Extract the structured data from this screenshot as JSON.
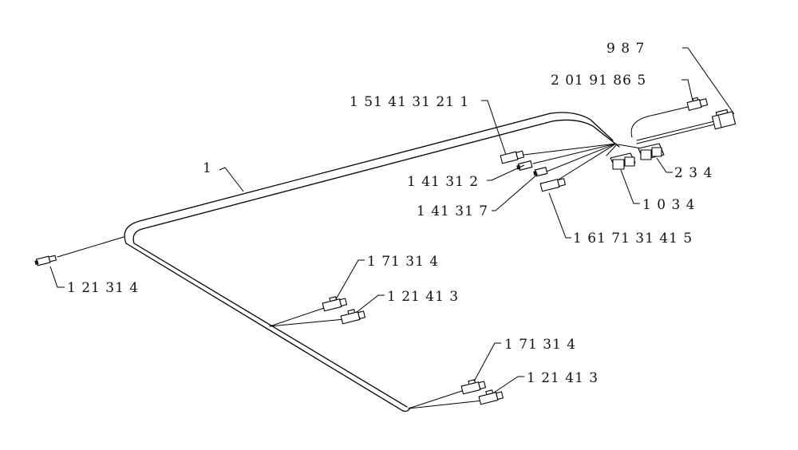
{
  "callouts": {
    "main_harness": "1",
    "top_right_connector": "9 8 7",
    "upper_plug": "2 01 91 86 5",
    "top_branch": "1 51 41 31 21 1",
    "branch_a": "1 41 31 2",
    "branch_b": "1 41 31 7",
    "branch_c": "1 61 71 31 41 5",
    "block_right": "2 3 4",
    "block_left": "1 0 3 4",
    "left_end": "1 21 31 4",
    "mid_upper": "1 71 31 4",
    "mid_lower": "1 21 41 3",
    "bottom_upper": "1 71 31 4",
    "bottom_lower": "1 21 41 3"
  }
}
